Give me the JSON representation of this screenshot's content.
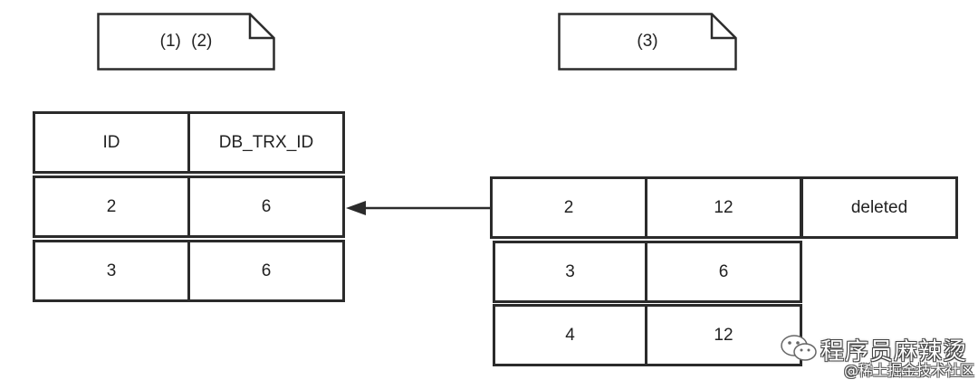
{
  "notes": [
    {
      "label": "(1)  (2)"
    },
    {
      "label": "(3)"
    }
  ],
  "left_table": {
    "header": [
      "ID",
      "DB_TRX_ID"
    ],
    "rows": [
      [
        "2",
        "6"
      ],
      [
        "3",
        "6"
      ]
    ]
  },
  "right_table": {
    "rows": [
      [
        "2",
        "12",
        "deleted"
      ],
      [
        "3",
        "6"
      ],
      [
        "4",
        "12"
      ]
    ]
  },
  "watermark": {
    "title": "程序员麻辣烫",
    "subtitle": "@稀土掘金技术社区"
  },
  "colors": {
    "border": "#2b2b2b",
    "background": "#ffffff"
  }
}
